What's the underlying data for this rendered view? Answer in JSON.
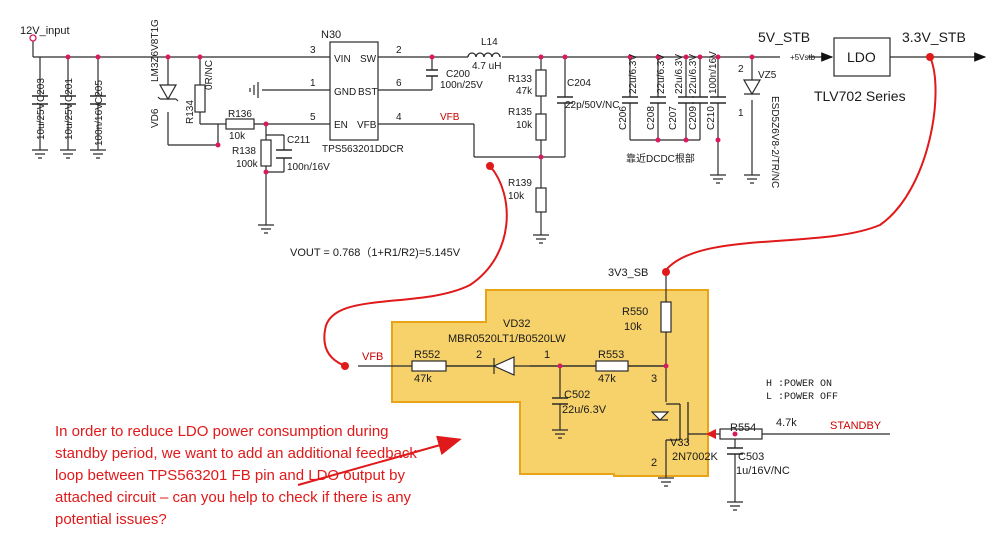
{
  "nets": {
    "input": "12V_input",
    "vfb_top": "VFB",
    "vfb_left": "VFB",
    "stb5": "5V_STB",
    "stb5_small": "+5Vstb",
    "stb33": "3.3V_STB",
    "v3v3sb": "3V3_SB",
    "standby": "STANDBY"
  },
  "ic": {
    "ref": "N30",
    "part": "TPS563201DDCR",
    "pins": {
      "vin": "VIN",
      "gnd": "GND",
      "en": "EN",
      "sw": "SW",
      "bst": "BST",
      "vfb": "VFB"
    },
    "pin_nums": {
      "vin": "3",
      "gnd": "1",
      "en": "5",
      "sw": "2",
      "bst": "6",
      "vfb": "4"
    }
  },
  "ldo": {
    "label": "LDO",
    "series": "TLV702 Series"
  },
  "components": {
    "c203": {
      "ref": "C203",
      "val": "10u/25V"
    },
    "c201": {
      "ref": "C201",
      "val": "10u/25V"
    },
    "c205": {
      "ref": "C205",
      "val": "100n/16V"
    },
    "vd6": {
      "ref": "VD6",
      "part": "LM3Z6V8T1G"
    },
    "r134": {
      "ref": "R134",
      "val": "0R/NC"
    },
    "r136": {
      "ref": "R136",
      "val": "10k"
    },
    "r138": {
      "ref": "R138",
      "val": "100k"
    },
    "c211": {
      "ref": "C211",
      "val": "100n/16V"
    },
    "c200": {
      "ref": "C200",
      "val": "100n/25V"
    },
    "l14": {
      "ref": "L14",
      "val": "4.7 uH"
    },
    "r133": {
      "ref": "R133",
      "val": "47k"
    },
    "r135": {
      "ref": "R135",
      "val": "10k"
    },
    "r139": {
      "ref": "R139",
      "val": "10k"
    },
    "c204": {
      "ref": "C204",
      "val": "22p/50V/NC"
    },
    "c206": {
      "ref": "C206",
      "val": "22u/6.3V"
    },
    "c208": {
      "ref": "C208",
      "val": "22u/6.3V"
    },
    "c207": {
      "ref": "C207",
      "val": "22u/6.3V"
    },
    "c209": {
      "ref": "C209",
      "val": "22u/6.3V"
    },
    "c210": {
      "ref": "C210",
      "val": "100n/16V"
    },
    "vz5": {
      "ref": "VZ5",
      "part": "ESD5Z6V8-2/TR/NC"
    },
    "cap_note": "靠近DCDC根部",
    "r550": {
      "ref": "R550",
      "val": "10k"
    },
    "vd32": {
      "ref": "VD32",
      "part": "MBR0520LT1/B0520LW"
    },
    "r552": {
      "ref": "R552",
      "val": "47k"
    },
    "r553": {
      "ref": "R553",
      "val": "47k"
    },
    "c502": {
      "ref": "C502",
      "val": "22u/6.3V"
    },
    "v33": {
      "ref": "V33",
      "part": "2N7002K"
    },
    "r554": {
      "ref": "R554",
      "val": "4.7k"
    },
    "c503": {
      "ref": "C503",
      "val": "1u/16V/NC"
    }
  },
  "pin_numbers": {
    "d_k": "2",
    "d_a": "1",
    "q_d": "3",
    "q_s": "2",
    "vz_k": "2",
    "vz_a": "1"
  },
  "formula": "VOUT = 0.768（1+R1/R2)=5.145V",
  "legend": {
    "h": "H :POWER ON",
    "l": "L :POWER OFF"
  },
  "note_lines": [
    "In order to reduce LDO power consumption during",
    "standby period, we want to add an additional feedback",
    "loop between TPS563201 FB pin and LDO output by",
    "attached circuit – can you help to check if there is any",
    "potential issues?"
  ],
  "colors": {
    "wire": "#2a2a2a",
    "highlight": "#f7d26b",
    "highlight_border": "#e8a317",
    "note": "#e0191a",
    "junction": "#d81b60"
  }
}
